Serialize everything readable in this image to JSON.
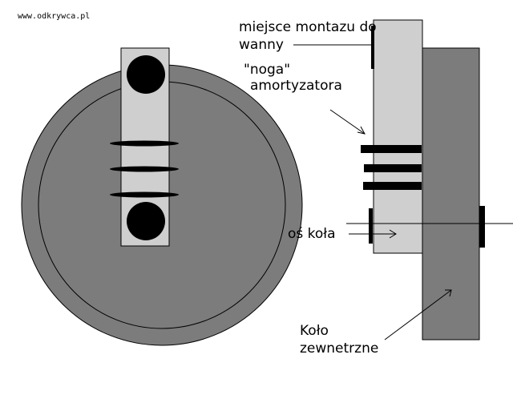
{
  "watermark": "www.odkrywca.pl",
  "labels": {
    "mount_line1": "miejsce montazu do",
    "mount_line2": "wanny",
    "leg_line1": "\"noga\"",
    "leg_line2": "amortyzatora",
    "axle": "oś koła",
    "wheel_line1": "Koło",
    "wheel_line2": "zewnetrzne"
  },
  "colors": {
    "wheel": "#7c7c7c",
    "arm": "#cfcfcf",
    "ink": "#000000",
    "background": "#ffffff"
  }
}
